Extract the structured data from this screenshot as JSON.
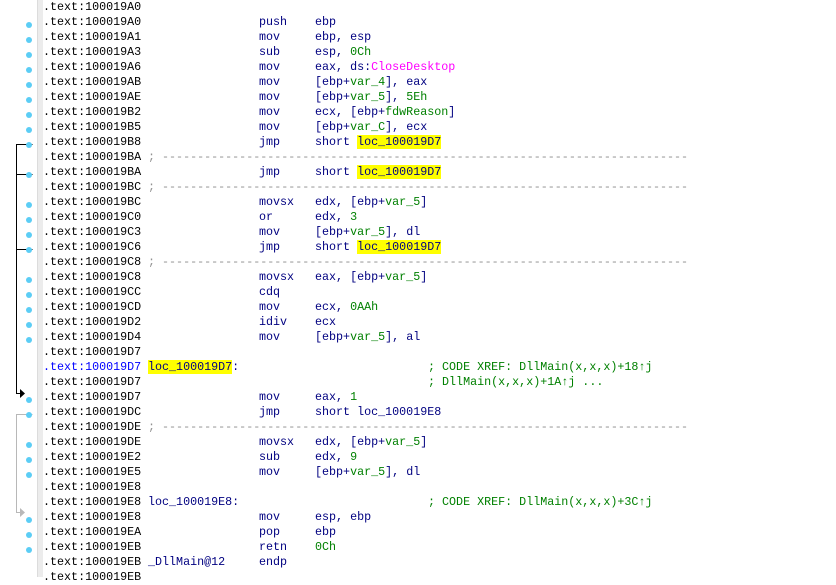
{
  "colors": {
    "highlight": "#ffff00",
    "mnemonic": "#000080",
    "number": "#008000",
    "import": "#ff00ff",
    "comment": "#008000",
    "bp_dot": "#5ccdf5"
  },
  "separator_text": "; ---------------------------------------------------------------------------",
  "lines": [
    {
      "addr": ".text:100019A0"
    },
    {
      "addr": ".text:100019A0",
      "mn": "push",
      "ops": [
        [
          "ebp",
          "r"
        ]
      ],
      "dot": true
    },
    {
      "addr": ".text:100019A1",
      "mn": "mov",
      "ops": [
        [
          "ebp, esp",
          "r"
        ]
      ],
      "dot": true
    },
    {
      "addr": ".text:100019A3",
      "mn": "sub",
      "ops": [
        [
          "esp, ",
          "r"
        ],
        [
          "0Ch",
          "n"
        ]
      ],
      "dot": true
    },
    {
      "addr": ".text:100019A6",
      "mn": "mov",
      "ops": [
        [
          "eax, ds:",
          "r"
        ],
        [
          "CloseDesktop",
          "m"
        ]
      ],
      "dot": true
    },
    {
      "addr": ".text:100019AB",
      "mn": "mov",
      "ops": [
        [
          "[ebp+",
          "r"
        ],
        [
          "var_4",
          "v"
        ],
        [
          "], eax",
          "r"
        ]
      ],
      "dot": true
    },
    {
      "addr": ".text:100019AE",
      "mn": "mov",
      "ops": [
        [
          "[ebp+",
          "r"
        ],
        [
          "var_5",
          "v"
        ],
        [
          "], ",
          "r"
        ],
        [
          "5Eh",
          "n"
        ]
      ],
      "dot": true
    },
    {
      "addr": ".text:100019B2",
      "mn": "mov",
      "ops": [
        [
          "ecx, [ebp+",
          "r"
        ],
        [
          "fdwReason",
          "v"
        ],
        [
          "]",
          "r"
        ]
      ],
      "dot": true
    },
    {
      "addr": ".text:100019B5",
      "mn": "mov",
      "ops": [
        [
          "[ebp+",
          "r"
        ],
        [
          "var_C",
          "v"
        ],
        [
          "], ecx",
          "r"
        ]
      ],
      "dot": true
    },
    {
      "addr": ".text:100019B8",
      "mn": "jmp",
      "ops": [
        [
          "short ",
          "r"
        ],
        [
          "loc_100019D7",
          "h"
        ]
      ],
      "dot": true
    },
    {
      "addr": ".text:100019BA",
      "sep": true
    },
    {
      "addr": ".text:100019BA",
      "mn": "jmp",
      "ops": [
        [
          "short ",
          "r"
        ],
        [
          "loc_100019D7",
          "h"
        ]
      ],
      "dot": true
    },
    {
      "addr": ".text:100019BC",
      "sep": true
    },
    {
      "addr": ".text:100019BC",
      "mn": "movsx",
      "ops": [
        [
          "edx, [ebp+",
          "r"
        ],
        [
          "var_5",
          "v"
        ],
        [
          "]",
          "r"
        ]
      ],
      "dot": true
    },
    {
      "addr": ".text:100019C0",
      "mn": "or",
      "ops": [
        [
          "edx, ",
          "r"
        ],
        [
          "3",
          "n"
        ]
      ],
      "dot": true
    },
    {
      "addr": ".text:100019C3",
      "mn": "mov",
      "ops": [
        [
          "[ebp+",
          "r"
        ],
        [
          "var_5",
          "v"
        ],
        [
          "], dl",
          "r"
        ]
      ],
      "dot": true
    },
    {
      "addr": ".text:100019C6",
      "mn": "jmp",
      "ops": [
        [
          "short ",
          "r"
        ],
        [
          "loc_100019D7",
          "h"
        ]
      ],
      "dot": true
    },
    {
      "addr": ".text:100019C8",
      "sep": true
    },
    {
      "addr": ".text:100019C8",
      "mn": "movsx",
      "ops": [
        [
          "eax, [ebp+",
          "r"
        ],
        [
          "var_5",
          "v"
        ],
        [
          "]",
          "r"
        ]
      ],
      "dot": true
    },
    {
      "addr": ".text:100019CC",
      "mn": "cdq",
      "dot": true
    },
    {
      "addr": ".text:100019CD",
      "mn": "mov",
      "ops": [
        [
          "ecx, ",
          "r"
        ],
        [
          "0AAh",
          "n"
        ]
      ],
      "dot": true
    },
    {
      "addr": ".text:100019D2",
      "mn": "idiv",
      "ops": [
        [
          "ecx",
          "r"
        ]
      ],
      "dot": true
    },
    {
      "addr": ".text:100019D4",
      "mn": "mov",
      "ops": [
        [
          "[ebp+",
          "r"
        ],
        [
          "var_5",
          "v"
        ],
        [
          "], al",
          "r"
        ]
      ],
      "dot": true
    },
    {
      "addr": ".text:100019D7"
    },
    {
      "addr": ".text:100019D7",
      "cur": true,
      "label": [
        [
          "loc_100019D7",
          "h"
        ],
        [
          ":",
          "r"
        ]
      ],
      "cmt": "; CODE XREF: DllMain(x,x,x)+18↑j"
    },
    {
      "addr": ".text:100019D7",
      "cmt": "; DllMain(x,x,x)+1A↑j ..."
    },
    {
      "addr": ".text:100019D7",
      "mn": "mov",
      "ops": [
        [
          "eax, ",
          "r"
        ],
        [
          "1",
          "n"
        ]
      ],
      "dot": true
    },
    {
      "addr": ".text:100019DC",
      "mn": "jmp",
      "ops": [
        [
          "short loc_100019E8",
          "r"
        ]
      ],
      "dot": true
    },
    {
      "addr": ".text:100019DE",
      "sep": true
    },
    {
      "addr": ".text:100019DE",
      "mn": "movsx",
      "ops": [
        [
          "edx, [ebp+",
          "r"
        ],
        [
          "var_5",
          "v"
        ],
        [
          "]",
          "r"
        ]
      ],
      "dot": true
    },
    {
      "addr": ".text:100019E2",
      "mn": "sub",
      "ops": [
        [
          "edx, ",
          "r"
        ],
        [
          "9",
          "n"
        ]
      ],
      "dot": true
    },
    {
      "addr": ".text:100019E5",
      "mn": "mov",
      "ops": [
        [
          "[ebp+",
          "r"
        ],
        [
          "var_5",
          "v"
        ],
        [
          "], dl",
          "r"
        ]
      ],
      "dot": true
    },
    {
      "addr": ".text:100019E8"
    },
    {
      "addr": ".text:100019E8",
      "label": [
        [
          "loc_100019E8:",
          "r"
        ]
      ],
      "cmt": "; CODE XREF: DllMain(x,x,x)+3C↑j"
    },
    {
      "addr": ".text:100019E8",
      "mn": "mov",
      "ops": [
        [
          "esp, ebp",
          "r"
        ]
      ],
      "dot": true
    },
    {
      "addr": ".text:100019EA",
      "mn": "pop",
      "ops": [
        [
          "ebp",
          "r"
        ]
      ],
      "dot": true
    },
    {
      "addr": ".text:100019EB",
      "mn": "retn",
      "ops": [
        [
          "0Ch",
          "n"
        ]
      ],
      "dot": true
    },
    {
      "addr": ".text:100019EB",
      "label": [
        [
          "_DllMain@12",
          "r"
        ]
      ],
      "mn": "endp"
    },
    {
      "addr": ".text:100019EB"
    }
  ]
}
